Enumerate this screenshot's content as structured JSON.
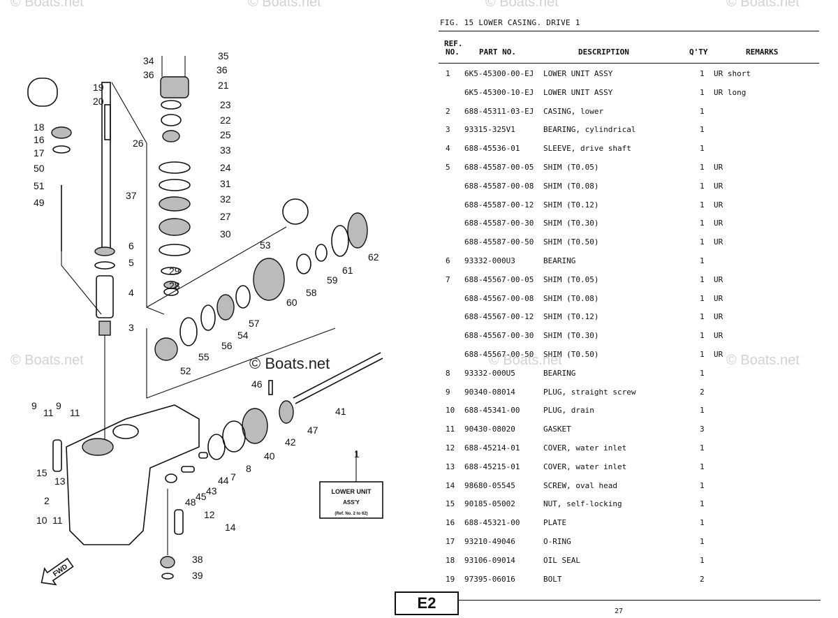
{
  "watermark": "© Boats.net",
  "diagram": {
    "callout_labels": [
      "34",
      "35",
      "36",
      "36",
      "21",
      "19",
      "20",
      "23",
      "22",
      "25",
      "18",
      "16",
      "17",
      "26",
      "33",
      "24",
      "50",
      "31",
      "51",
      "32",
      "49",
      "37",
      "27",
      "30",
      "6",
      "5",
      "53",
      "62",
      "61",
      "59",
      "58",
      "29",
      "28",
      "60",
      "4",
      "57",
      "54",
      "3",
      "56",
      "55",
      "52",
      "46",
      "41",
      "9",
      "9",
      "11",
      "11",
      "42",
      "47",
      "40",
      "15",
      "13",
      "8",
      "7",
      "44",
      "43",
      "45",
      "48",
      "2",
      "12",
      "10",
      "11",
      "14",
      "38",
      "39",
      "1"
    ],
    "assembly_box": {
      "line1": "LOWER UNIT",
      "line2": "ASS'Y",
      "line3": "(Ref. No. 2 to 62)"
    },
    "direction_arrow": "FWD"
  },
  "figure_title": "FIG. 15  LOWER CASING. DRIVE 1",
  "table_header": {
    "ref_no_line1": "REF.",
    "ref_no_line2": "NO.",
    "part_no": "PART NO.",
    "description": "DESCRIPTION",
    "qty": "Q'TY",
    "remarks": "REMARKS"
  },
  "rows": [
    {
      "ref": "1",
      "part": "6K5-45300-00-EJ",
      "desc": "LOWER UNIT ASSY",
      "qty": "1",
      "rem": "UR short"
    },
    {
      "ref": "",
      "part": "6K5-45300-10-EJ",
      "desc": "LOWER UNIT ASSY",
      "qty": "1",
      "rem": "UR long"
    },
    {
      "ref": "2",
      "part": "688-45311-03-EJ",
      "desc": "CASING, lower",
      "qty": "1",
      "rem": ""
    },
    {
      "ref": "3",
      "part": "93315-325V1",
      "desc": "BEARING, cylindrical",
      "qty": "1",
      "rem": ""
    },
    {
      "ref": "4",
      "part": "688-45536-01",
      "desc": "SLEEVE, drive shaft",
      "qty": "1",
      "rem": ""
    },
    {
      "ref": "5",
      "part": "688-45587-00-05",
      "desc": "SHIM (T0.05)",
      "qty": "1",
      "rem": "UR"
    },
    {
      "ref": "",
      "part": "688-45587-00-08",
      "desc": "SHIM (T0.08)",
      "qty": "1",
      "rem": "UR"
    },
    {
      "ref": "",
      "part": "688-45587-00-12",
      "desc": "SHIM (T0.12)",
      "qty": "1",
      "rem": "UR"
    },
    {
      "ref": "",
      "part": "688-45587-00-30",
      "desc": "SHIM (T0.30)",
      "qty": "1",
      "rem": "UR"
    },
    {
      "ref": "",
      "part": "688-45587-00-50",
      "desc": "SHIM (T0.50)",
      "qty": "1",
      "rem": "UR"
    },
    {
      "ref": "6",
      "part": "93332-000U3",
      "desc": "BEARING",
      "qty": "1",
      "rem": ""
    },
    {
      "ref": "7",
      "part": "688-45567-00-05",
      "desc": "SHIM (T0.05)",
      "qty": "1",
      "rem": "UR"
    },
    {
      "ref": "",
      "part": "688-45567-00-08",
      "desc": "SHIM (T0.08)",
      "qty": "1",
      "rem": "UR"
    },
    {
      "ref": "",
      "part": "688-45567-00-12",
      "desc": "SHIM (T0.12)",
      "qty": "1",
      "rem": "UR"
    },
    {
      "ref": "",
      "part": "688-45567-00-30",
      "desc": "SHIM (T0.30)",
      "qty": "1",
      "rem": "UR"
    },
    {
      "ref": "",
      "part": "688-45567-00-50",
      "desc": "SHIM (T0.50)",
      "qty": "1",
      "rem": "UR"
    },
    {
      "ref": "8",
      "part": "93332-000U5",
      "desc": "BEARING",
      "qty": "1",
      "rem": ""
    },
    {
      "ref": "9",
      "part": "90340-08014",
      "desc": "PLUG, straight screw",
      "qty": "2",
      "rem": ""
    },
    {
      "ref": "10",
      "part": "688-45341-00",
      "desc": "PLUG, drain",
      "qty": "1",
      "rem": ""
    },
    {
      "ref": "11",
      "part": "90430-08020",
      "desc": "GASKET",
      "qty": "3",
      "rem": ""
    },
    {
      "ref": "12",
      "part": "688-45214-01",
      "desc": "COVER, water inlet",
      "qty": "1",
      "rem": ""
    },
    {
      "ref": "13",
      "part": "688-45215-01",
      "desc": "COVER, water inlet",
      "qty": "1",
      "rem": ""
    },
    {
      "ref": "14",
      "part": "98680-05545",
      "desc": "SCREW, oval head",
      "qty": "1",
      "rem": ""
    },
    {
      "ref": "15",
      "part": "90185-05002",
      "desc": "NUT, self-locking",
      "qty": "1",
      "rem": ""
    },
    {
      "ref": "16",
      "part": "688-45321-00",
      "desc": "PLATE",
      "qty": "1",
      "rem": ""
    },
    {
      "ref": "17",
      "part": "93210-49046",
      "desc": "O-RING",
      "qty": "1",
      "rem": ""
    },
    {
      "ref": "18",
      "part": "93106-09014",
      "desc": "OIL SEAL",
      "qty": "1",
      "rem": ""
    },
    {
      "ref": "19",
      "part": "97395-06016",
      "desc": "BOLT",
      "qty": "2",
      "rem": ""
    }
  ],
  "page_label": "E2",
  "page_number": "27"
}
